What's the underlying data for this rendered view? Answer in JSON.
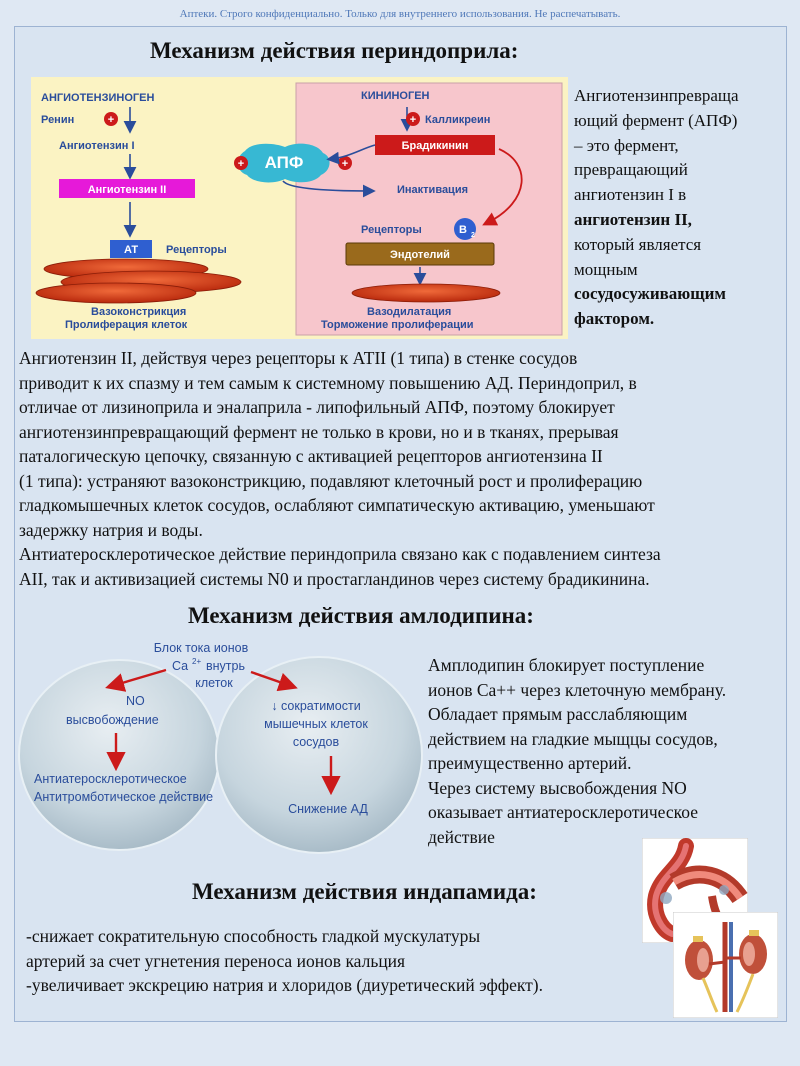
{
  "banner": "Аптеки. Строго конфиденциально. Только для внутреннего использования. Не распечатывать.",
  "sections": {
    "perindopril": {
      "title": "Механизм действия периндоприла:",
      "side_lines": [
        "Ангиотензинпревраща",
        "ющий фермент (АПФ)",
        "– это фермент,",
        "превращающий",
        "ангиотензин I в",
        "ангиотензин II,",
        "который является",
        "мощным",
        "сосудосуживающим",
        "фактором."
      ],
      "body_lines": [
        "Ангиотензин II, действуя через рецепторы к АТII (1 типа)  в стенке сосудов",
        "приводит к их спазму и тем самым к системному повышению АД. Периндоприл, в",
        "отличае от лизиноприла и эналаприла - липофильный АПФ, поэтому блокирует",
        "ангиотензинпревращающий фермент не только в крови, но и в тканях, прерывая",
        "паталогическую цепочку, связанную с активацией рецепторов ангиотензина II",
        "(1 типа):  устраняют  вазоконстрикцию, подавляют клеточный рост и пролиферацию",
        "гладкомышечных клеток сосудов, ослабляют симпатическую активацию, уменьшают",
        "задержку натрия и воды.",
        "Антиатеросклеротическое действие периндоприла связано как с подавлением синтеза",
        "АII, так и активизацией системы N0 и простагландинов через систему брадикинина."
      ]
    },
    "amlodipine": {
      "title": "Механизм действия амлодипина:",
      "side_lines": [
        "Амплодипин блокирует поступление",
        "ионов Са++ через клеточную мембрану.",
        "Обладает прямым расслабляющим",
        "действием на гладкие мыщцы сосудов,",
        "преимущественно артерий.",
        "Через систему высвобождения NO",
        "оказывает антиатеросклеротическое",
        "действие"
      ]
    },
    "indapamide": {
      "title": "Механизм действия индапамида:",
      "lines": [
        "-снижает сократительную способность гладкой мускулатуры",
        "артерий за счет угнетения переноса ионов кальция",
        "-увеличивает экскрецию натрия и хлоридов (диуретический эффект)."
      ]
    }
  },
  "ace_diagram": {
    "angiotensinogen": "АНГИОТЕНЗИНОГЕН",
    "renin": "Ренин",
    "ang1": "Ангиотензин I",
    "ang2": "Ангиотензин II",
    "apf": "АПФ",
    "at": "АТ",
    "receptors_left": "Рецепторы",
    "vasoconstriction": "Вазоконстрикция",
    "proliferation": "Пролиферация клеток",
    "kininogen": "КИНИНОГЕН",
    "kallikrein": "Калликреин",
    "bradykinin": "Брадикинин",
    "inactivation": "Инактивация",
    "receptors_right": "Рецепторы",
    "b2": "B",
    "b2_sub": "2",
    "endothelium": "Эндотелий",
    "vasodilation": "Вазодилатация",
    "inhibition": "Торможение пролиферации",
    "plus": "+"
  },
  "amlo_diagram": {
    "block_line1": "Блок тока ионов",
    "block_line2a": "Са",
    "block_line2sup": "2+",
    "block_line2b": "внутрь",
    "block_line3": "клеток",
    "no_line1": "NO",
    "no_line2": "высвобождение",
    "decrease_line1": "↓ сократимости",
    "decrease_line2": "мышечных клеток",
    "decrease_line3": "сосудов",
    "anti1": "Антиатеросклеротическое",
    "anti2": "Антитромботическое действие",
    "bp": "Снижение АД"
  },
  "colors": {
    "heading_blue": "#2a4d9b",
    "red": "#cc1a1a",
    "magenta": "#e619d9",
    "cyan": "#37b8d3",
    "pink_panel": "#f7c6cc",
    "yellow_panel": "#fbf3c3"
  }
}
